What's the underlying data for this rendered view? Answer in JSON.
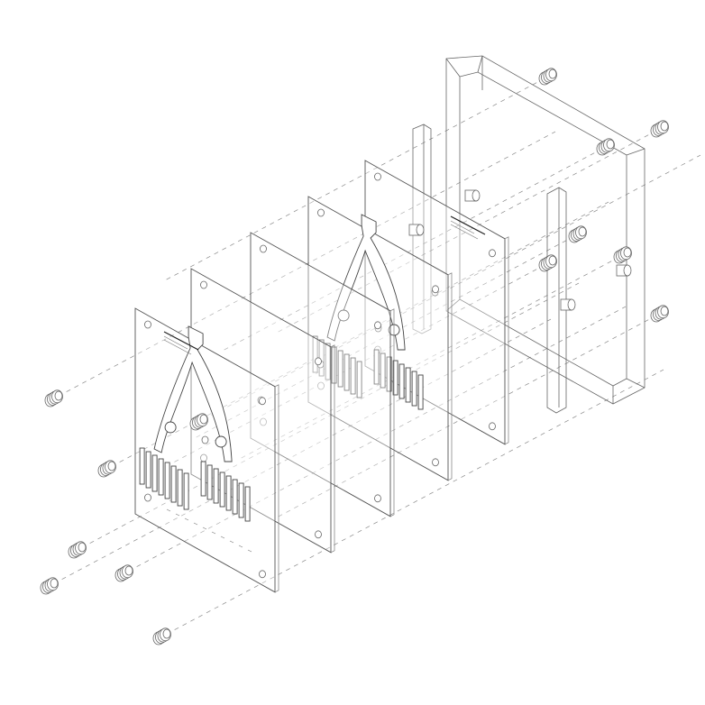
{
  "diagram": {
    "type": "exploded-axonometric",
    "components": {
      "plates": 5,
      "branch_plates": 2,
      "screws": 14,
      "vertical_bars": 2,
      "frame": 1
    },
    "colors": {
      "line": "#555555",
      "dash": "#888888",
      "background": "#ffffff"
    }
  }
}
